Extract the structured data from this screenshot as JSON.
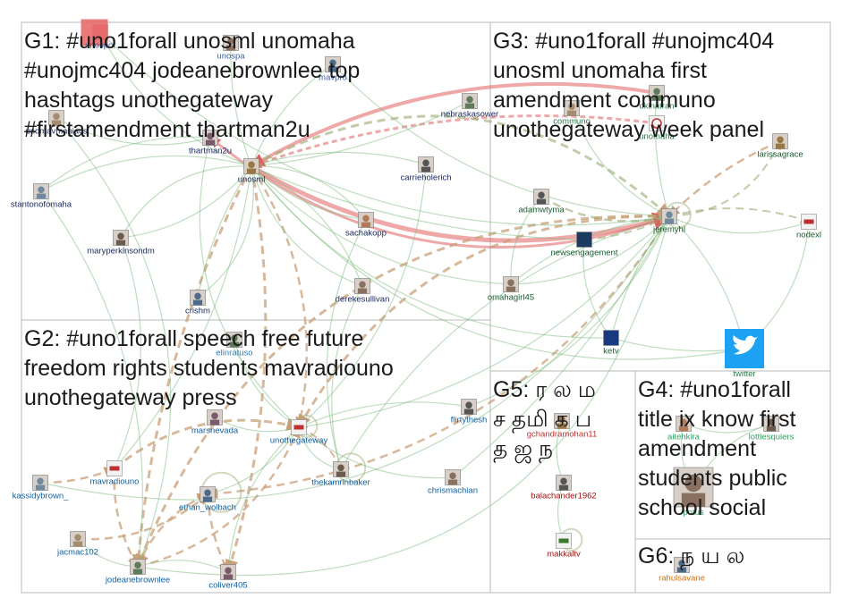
{
  "groups": [
    {
      "id": "g1",
      "lines": [
        "G1: #uno1forall unosml unomaha",
        "#unojmc404 jodeanebrownlee top",
        "hashtags unothegateway",
        "#firstamendment thartman2u"
      ]
    },
    {
      "id": "g2",
      "lines": [
        "G2: #uno1forall speech free future",
        "freedom rights students mavradiouno",
        "unothegateway press"
      ]
    },
    {
      "id": "g3",
      "lines": [
        "G3: #uno1forall #unojmc404",
        "unosml unomaha first",
        "amendment communo",
        "unothegateway week panel"
      ]
    },
    {
      "id": "g4",
      "lines": [
        "G4: #uno1forall",
        "title ix know first",
        "amendment",
        "students public",
        "school social"
      ]
    },
    {
      "id": "g5",
      "lines": [
        "G5: ர ல ம",
        "ச தமி க ப",
        "த ஜ ந"
      ]
    },
    {
      "id": "g6",
      "lines": [
        "G6: ந ய ல"
      ]
    }
  ],
  "nodes": [
    {
      "id": "unospot",
      "label": "unospot",
      "color": "#3a5fa0",
      "icon": "brand-icon"
    },
    {
      "id": "unospa",
      "label": "unospa",
      "color": "#3a5fa0",
      "icon": "avatar-icon"
    },
    {
      "id": "mavpro",
      "label": "mavpro",
      "color": "#3a5fa0",
      "icon": "avatar-icon"
    },
    {
      "id": "unomavmaniacs",
      "label": "unomavmaniacs",
      "color": "#1a2a60",
      "icon": "avatar-icon"
    },
    {
      "id": "nebraskasower",
      "label": "nebraskasower",
      "color": "#1a2a60",
      "icon": "avatar-icon"
    },
    {
      "id": "thartman2u",
      "label": "thartman2u",
      "color": "#1a2a60",
      "icon": "avatar-icon"
    },
    {
      "id": "unosml",
      "label": "unosml",
      "color": "#1a2a60",
      "icon": "avatar-icon"
    },
    {
      "id": "carrieholerich",
      "label": "carrieholerich",
      "color": "#1a2a60",
      "icon": "avatar-icon"
    },
    {
      "id": "stantonofomaha",
      "label": "stantonofomaha",
      "color": "#1a2a60",
      "icon": "avatar-icon"
    },
    {
      "id": "sachakopp",
      "label": "sachakopp",
      "color": "#1a2a60",
      "icon": "avatar-icon"
    },
    {
      "id": "maryperkinsondm",
      "label": "maryperkinsondm",
      "color": "#1a2a60",
      "icon": "avatar-icon"
    },
    {
      "id": "derekesullivan",
      "label": "derekesullivan",
      "color": "#1a2a60",
      "icon": "avatar-icon"
    },
    {
      "id": "crishm",
      "label": "crishm",
      "color": "#1a2a60",
      "icon": "avatar-icon"
    },
    {
      "id": "communo",
      "label": "communo",
      "color": "#2a7a4a",
      "icon": "avatar-icon"
    },
    {
      "id": "okinatran",
      "label": "okinatran",
      "color": "#2a7a4a",
      "icon": "avatar-icon"
    },
    {
      "id": "unomaha",
      "label": "unomaha",
      "color": "#2a7a4a",
      "icon": "brand-icon"
    },
    {
      "id": "larissagrace",
      "label": "larissagrace",
      "color": "#1a5a30",
      "icon": "avatar-icon"
    },
    {
      "id": "adamwtyma",
      "label": "adamwtyma",
      "color": "#1a5a30",
      "icon": "avatar-icon"
    },
    {
      "id": "jeremyhl",
      "label": "jeremyhl",
      "color": "#1a5a30",
      "icon": "avatar-icon"
    },
    {
      "id": "nodexl",
      "label": "nodexl",
      "color": "#1a5a30",
      "icon": "brand-icon"
    },
    {
      "id": "newsengagement",
      "label": "newsengagement",
      "color": "#1a5a30",
      "icon": "brand-icon"
    },
    {
      "id": "omahagirl45",
      "label": "omahagirl45",
      "color": "#1a5a30",
      "icon": "avatar-icon"
    },
    {
      "id": "ketv",
      "label": "ketv",
      "color": "#1a5a30",
      "icon": "brand-icon"
    },
    {
      "id": "twitter",
      "label": "twitter",
      "color": "#2a7a4a",
      "icon": "bird-icon"
    },
    {
      "id": "elinratuso",
      "label": "elinratuso",
      "color": "#2a80c0",
      "icon": "avatar-icon"
    },
    {
      "id": "marsnevada",
      "label": "marsnevada",
      "color": "#1060a0",
      "icon": "avatar-icon"
    },
    {
      "id": "unothegateway",
      "label": "unothegateway",
      "color": "#1060a0",
      "icon": "brand-icon"
    },
    {
      "id": "flirtythesh",
      "label": "flirtythesh",
      "color": "#1060a0",
      "icon": "avatar-icon"
    },
    {
      "id": "kassidybrown_",
      "label": "kassidybrown_",
      "color": "#1060a0",
      "icon": "avatar-icon"
    },
    {
      "id": "mavradiouno",
      "label": "mavradiouno",
      "color": "#1060a0",
      "icon": "brand-icon"
    },
    {
      "id": "thekamrinbaker",
      "label": "thekamrinbaker",
      "color": "#1060a0",
      "icon": "avatar-icon"
    },
    {
      "id": "chrismachian",
      "label": "chrismachian",
      "color": "#1060a0",
      "icon": "avatar-icon"
    },
    {
      "id": "ethan_wolbach",
      "label": "ethan_wolbach",
      "color": "#1060a0",
      "icon": "avatar-icon"
    },
    {
      "id": "jacmac102",
      "label": "jacmac102",
      "color": "#1060a0",
      "icon": "avatar-icon"
    },
    {
      "id": "jodeanebrownlee",
      "label": "jodeanebrownlee",
      "color": "#1060a0",
      "icon": "avatar-icon"
    },
    {
      "id": "coliver405",
      "label": "coliver405",
      "color": "#1060a0",
      "icon": "avatar-icon"
    },
    {
      "id": "gchandramohan11",
      "label": "gchandramohan11",
      "color": "#c03030",
      "icon": "avatar-icon"
    },
    {
      "id": "balachander1962",
      "label": "balachander1962",
      "color": "#a01010",
      "icon": "avatar-icon"
    },
    {
      "id": "makkaltv",
      "label": "makkaltv",
      "color": "#a01010",
      "icon": "brand-icon"
    },
    {
      "id": "aitehkira",
      "label": "aitehkira",
      "color": "#30a060",
      "icon": "avatar-icon"
    },
    {
      "id": "lottiesquiers",
      "label": "lottiesquiers",
      "color": "#30a060",
      "icon": "avatar-icon"
    },
    {
      "id": "potus",
      "label": "potus",
      "color": "#30a060",
      "icon": "avatar-icon"
    },
    {
      "id": "rahulsavane",
      "label": "rahulsavane",
      "color": "#d07010",
      "icon": "avatar-icon"
    }
  ],
  "colors": {
    "edge_green": "#7dbb7d",
    "edge_tan": "#c9a07a",
    "edge_red": "#e06060",
    "edge_olive": "#9aaa70",
    "border": "#b8b8b8"
  }
}
